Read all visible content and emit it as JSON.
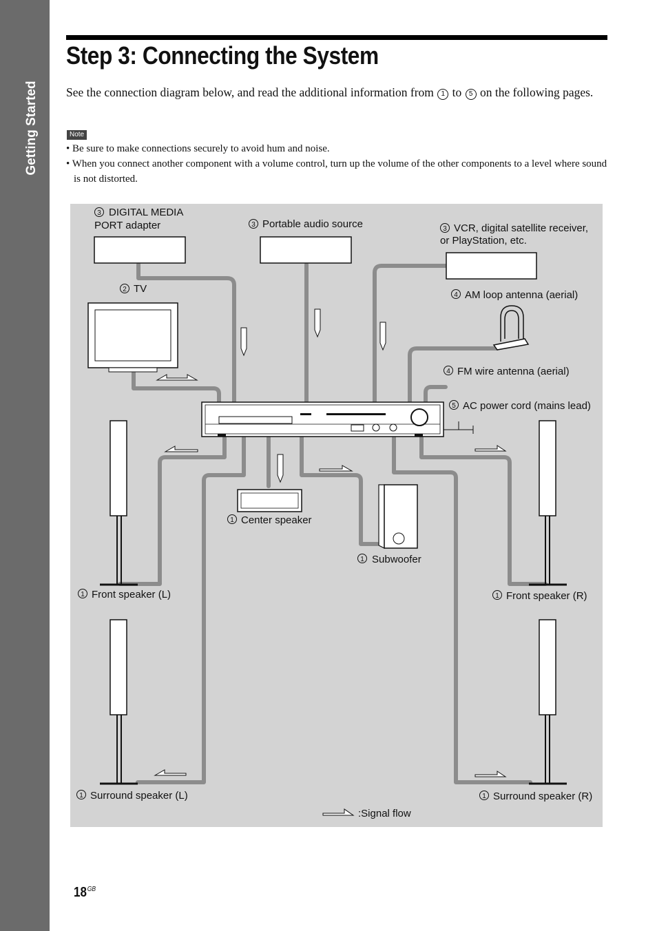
{
  "sidebar": {
    "section": "Getting Started"
  },
  "page": {
    "title": "Step 3: Connecting the System",
    "intro": {
      "before": "See the connection diagram below, and read the additional information from ",
      "start_num": "1",
      "middle": " to ",
      "end_num": "5",
      "after": " on the following pages."
    },
    "note_label": "Note",
    "notes": [
      "• Be sure to make connections securely to avoid hum and noise.",
      "• When you connect another component with a volume control, turn up the volume of the other components to a level where sound is not distorted."
    ]
  },
  "diagram": {
    "labels": {
      "dmport": {
        "num": "3",
        "line1": "DIGITAL MEDIA",
        "line2": "PORT adapter"
      },
      "portable": {
        "num": "3",
        "text": "Portable audio source"
      },
      "vcr": {
        "num": "3",
        "line1": "VCR, digital satellite receiver,",
        "line2": "or PlayStation, etc."
      },
      "tv": {
        "num": "2",
        "text": "TV"
      },
      "am": {
        "num": "4",
        "text": "AM loop antenna (aerial)"
      },
      "fm": {
        "num": "4",
        "text": "FM wire antenna (aerial)"
      },
      "ac": {
        "num": "5",
        "text": "AC power cord (mains lead)"
      },
      "center": {
        "num": "1",
        "text": "Center speaker"
      },
      "subwoofer": {
        "num": "1",
        "text": "Subwoofer"
      },
      "front_l": {
        "num": "1",
        "text": "Front speaker (L)"
      },
      "front_r": {
        "num": "1",
        "text": "Front speaker (R)"
      },
      "surround_l": {
        "num": "1",
        "text": "Surround speaker (L)"
      },
      "surround_r": {
        "num": "1",
        "text": "Surround speaker (R)"
      }
    },
    "legend": ":Signal flow",
    "colors": {
      "background": "#d3d3d3",
      "cable": "#8c8c8c",
      "sidebar": "#6b6b6b"
    }
  },
  "footer": {
    "page_number": "18",
    "suffix": "GB"
  }
}
